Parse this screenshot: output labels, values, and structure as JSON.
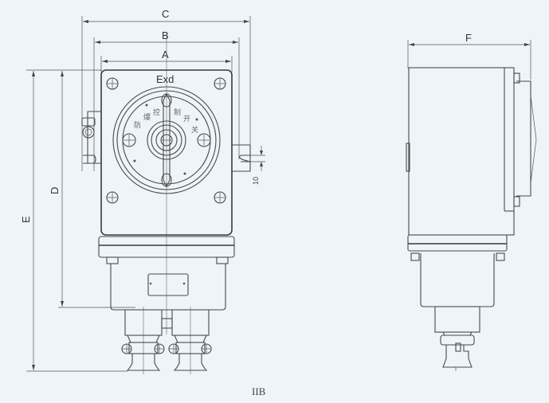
{
  "drawing": {
    "caption": "IIB",
    "marking": "Exd",
    "dial_text": [
      "防",
      "爆",
      "控",
      "制",
      "开",
      "关"
    ],
    "colors": {
      "background": "#eef4f8",
      "line": "#4a4a4a"
    }
  },
  "front_view": {
    "dimensions": {
      "A": "A",
      "B": "B",
      "C": "C",
      "D": "D",
      "E": "E",
      "slot": "10"
    }
  },
  "side_view": {
    "dimensions": {
      "F": "F"
    }
  }
}
